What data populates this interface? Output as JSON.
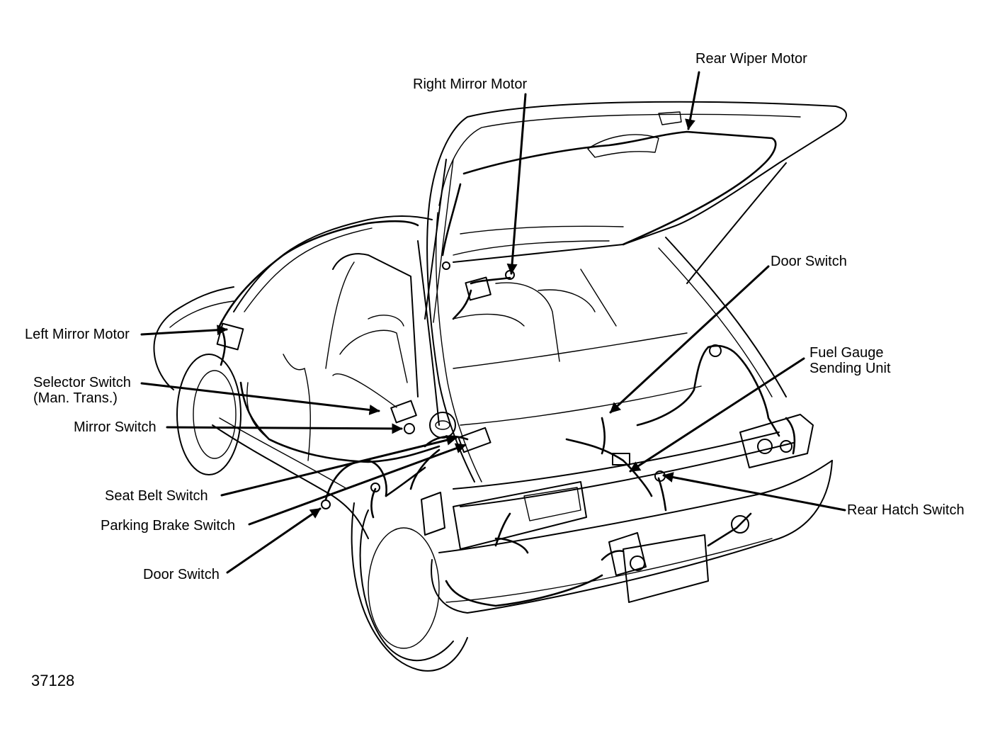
{
  "figure": {
    "number": "37128"
  },
  "callouts": {
    "rear_wiper_motor": "Rear Wiper Motor",
    "right_mirror_motor": "Right Mirror Motor",
    "door_switch_right": "Door Switch",
    "left_mirror_motor": "Left Mirror Motor",
    "fuel_gauge_line1": "Fuel Gauge",
    "fuel_gauge_line2": "Sending Unit",
    "selector_switch_line1": "Selector Switch",
    "selector_switch_line2": "(Man. Trans.)",
    "mirror_switch": "Mirror Switch",
    "seat_belt_switch": "Seat Belt Switch",
    "parking_brake_switch": "Parking Brake Switch",
    "door_switch_left": "Door Switch",
    "rear_hatch_switch": "Rear Hatch Switch"
  },
  "style": {
    "ink": "#000000",
    "paper": "#ffffff"
  }
}
